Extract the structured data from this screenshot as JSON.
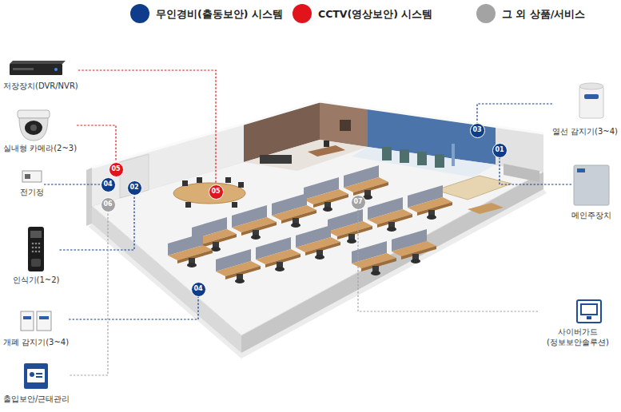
{
  "diagram": {
    "nodes": [
      {
        "text": [
          "저장장치(DVR/NVR)"
        ]
      },
      {
        "text": [
          "실내형 카메라(2~3)"
        ]
      },
      {
        "text": [
          "05"
        ]
      },
      {
        "text": [
          "전기정"
        ]
      },
      {
        "text": [
          "04"
        ]
      },
      {
        "text": [
          "02"
        ]
      },
      {
        "text": [
          "06"
        ]
      },
      {
        "text": [
          "05"
        ]
      },
      {
        "text": [
          "07"
        ]
      },
      {
        "text": [
          "03"
        ]
      },
      {
        "text": [
          "01"
        ]
      },
      {
        "text": [
          "열선 감지기(3~4)"
        ]
      },
      {
        "text": [
          "메인주장치"
        ]
      },
      {
        "text": [
          "인식기(1~2)"
        ]
      },
      {
        "text": [
          "04"
        ]
      },
      {
        "text": [
          "개폐 감지기(3~4)"
        ]
      },
      {
        "text": [
          "사이버가드 (정보보안솔루션)"
        ]
      },
      {
        "text": [
          "출입보안/근태관리"
        ]
      }
    ],
    "edges": [
      {
        "from": 0,
        "to": 7,
        "arrow": "none"
      },
      {
        "from": 1,
        "to": 2,
        "arrow": "none"
      },
      {
        "from": 3,
        "to": 4,
        "arrow": "none"
      },
      {
        "from": 13,
        "to": 5,
        "arrow": "none"
      },
      {
        "from": 15,
        "to": 14,
        "arrow": "none"
      },
      {
        "from": 17,
        "to": 6,
        "arrow": "none"
      },
      {
        "from": 11,
        "to": 9,
        "arrow": "none"
      },
      {
        "from": 12,
        "to": 10,
        "arrow": "none"
      },
      {
        "from": 16,
        "to": 8,
        "arrow": "none"
      }
    ],
    "legend": [
      {
        "text": "무인경비(출동보안) 시스템",
        "color": "#0f3d8c"
      },
      {
        "text": "CCTV(영상보안) 시스템",
        "color": "#e1141b"
      },
      {
        "text": "그 외 상품/서비스",
        "color": "#a3a3a3"
      }
    ]
  }
}
